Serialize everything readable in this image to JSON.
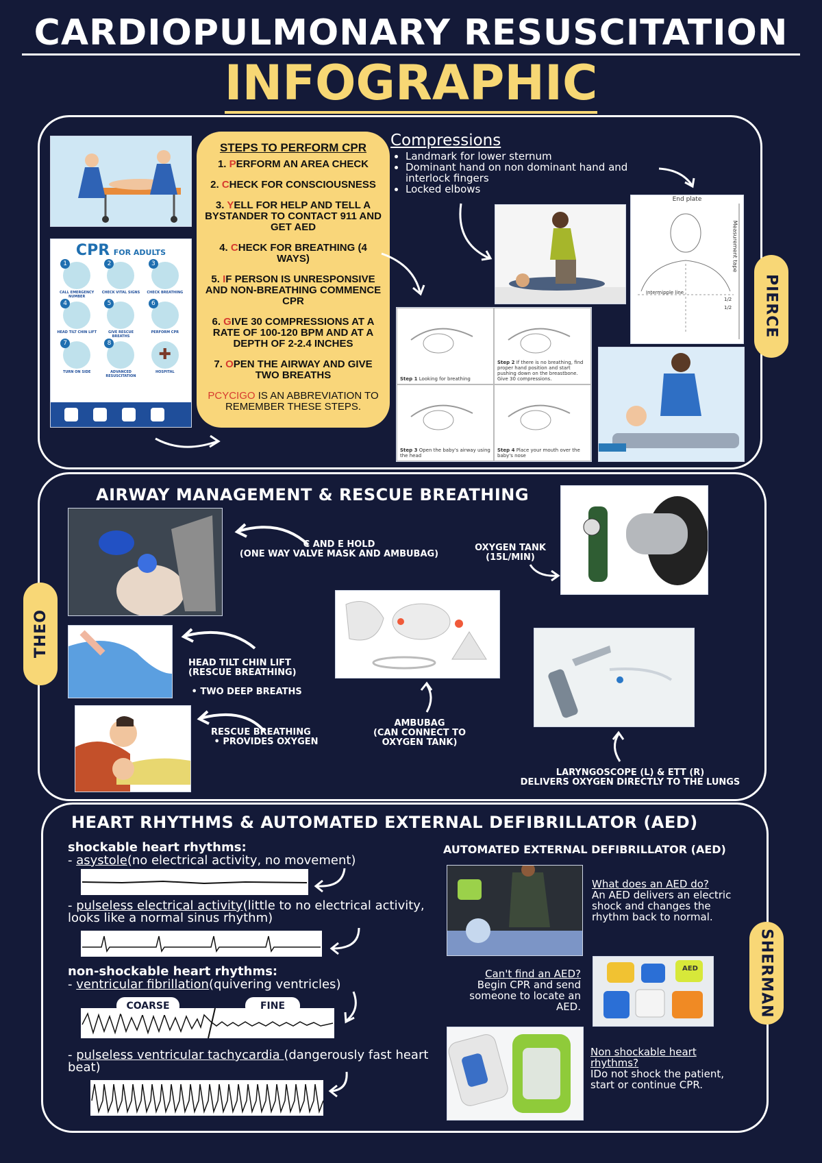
{
  "title": {
    "line1": "CARDIOPULMONARY  RESUSCITATION",
    "line2": "INFOGRAPHIC"
  },
  "colors": {
    "background": "#141a38",
    "accent": "#f7d774",
    "step_letter": "#d63b2f"
  },
  "panel1": {
    "tag": "PIERCE",
    "poster": {
      "title": "CPR",
      "subtitle": "FOR ADULTS",
      "items": [
        {
          "n": "1",
          "label": "CALL EMERGENCY NUMBER"
        },
        {
          "n": "2",
          "label": "CHECK VITAL SIGNS"
        },
        {
          "n": "3",
          "label": "CHECK BREATHING"
        },
        {
          "n": "4",
          "label": "HEAD TILT CHIN LIFT"
        },
        {
          "n": "5",
          "label": "GIVE RESCUE BREATHS"
        },
        {
          "n": "6",
          "label": "PERFORM CPR"
        },
        {
          "n": "7",
          "label": "TURN ON SIDE"
        },
        {
          "n": "8",
          "label": "ADVANCED RESUSCITATION"
        },
        {
          "n": "",
          "label": "HOSPITAL"
        }
      ]
    },
    "steps": {
      "title": "STEPS TO PERFORM CPR",
      "items": [
        {
          "num": "1. ",
          "letter": "P",
          "rest": "ERFORM AN AREA CHECK"
        },
        {
          "num": "2. ",
          "letter": "C",
          "rest": "HECK FOR CONSCIOUSNESS"
        },
        {
          "num": "3. ",
          "letter": "Y",
          "rest": "ELL FOR HELP AND TELL A BYSTANDER TO CONTACT 911 AND GET AED"
        },
        {
          "num": "4. ",
          "letter": "C",
          "rest": "HECK FOR BREATHING (4 WAYS)"
        },
        {
          "num": "5. ",
          "letter": "I",
          "rest": "F PERSON IS UNRESPONSIVE AND NON-BREATHING COMMENCE CPR"
        },
        {
          "num": "6. ",
          "letter": "G",
          "rest": "IVE 30 COMPRESSIONS AT A RATE OF 100-120 BPM AND AT A DEPTH OF 2-2.4 INCHES"
        },
        {
          "num": "7.  ",
          "letter": "O",
          "rest": "PEN THE AIRWAY AND GIVE TWO BREATHS"
        }
      ],
      "note_abbr": "PCYCIGO",
      "note_rest": " IS AN ABBREVIATION TO REMEMBER THESE STEPS."
    },
    "compressions": {
      "title": "Compressions",
      "bullets": [
        "Landmark for lower sternum",
        "Dominant hand on non dominant hand and interlock fingers",
        "Locked elbows"
      ]
    },
    "diagram": {
      "top": "End plate",
      "side": "Measurement tape",
      "line": "Intermipple line",
      "marks": [
        "1/2",
        "1/2"
      ]
    },
    "infant_steps": [
      {
        "label": "Step 1",
        "text": "Looking for breathing"
      },
      {
        "label": "Step 2",
        "text": "If there is no breathing, find proper hand position and start pushing down on the breastbone. Give 30 compressions."
      },
      {
        "label": "Step 3",
        "text": "Open the baby's airway using the head"
      },
      {
        "label": "Step 4",
        "text": "Place your mouth over the baby's nose"
      }
    ]
  },
  "panel2": {
    "tag": "THEO",
    "title": "AIRWAY MANAGEMENT & RESCUE BREATHING",
    "c_e_hold": "C AND E HOLD\n(ONE WAY VALVE MASK AND AMBUBAG)",
    "oxygen": "OXYGEN TANK\n(15L/MIN)",
    "head_tilt": "HEAD TILT CHIN LIFT\n(RESCUE BREATHING)",
    "head_tilt_bullet": "TWO DEEP BREATHS",
    "rescue": "RESCUE BREATHING",
    "rescue_bullet": "PROVIDES OXYGEN",
    "ambubag": "AMBUBAG\n(CAN CONNECT TO\nOXYGEN TANK)",
    "laryngoscope": "LARYNGOSCOPE (L) & ETT (R)\nDELIVERS OXYGEN DIRECTLY TO THE LUNGS"
  },
  "panel3": {
    "tag": "SHERMAN",
    "title": "HEART RHYTHMS & AUTOMATED EXTERNAL DEFIBRILLATOR (AED)",
    "shockable_head": "shockable heart rhythms:",
    "asystole_term": "asystole",
    "asystole_desc": "(no electrical activity, no movement)",
    "pea_term": "pulseless electrical activity",
    "pea_desc": "(little to no electrical activity, looks like a normal sinus rhythm)",
    "nonshock_head": "non-shockable heart rhythms:",
    "vf_term": "ventricular fibrillation",
    "vf_desc": "(quivering ventricles)",
    "coarse": "COARSE",
    "fine": "FINE",
    "vt_term": "pulseless ventricular tachycardia ",
    "vt_desc": "(dangerously fast heart beat)",
    "aed_head": "AUTOMATED EXTERNAL DEFIBRILLATOR (AED)",
    "q1": "What does an AED do?",
    "a1": "An AED delivers an electric shock  and changes the rhythm back to normal.",
    "q2": "Can't find an AED?",
    "a2": "Begin CPR and send someone to locate an AED.",
    "q3": "Non shockable heart rhythms?",
    "a3": "IDo not shock the patient, start or continue CPR.",
    "aed_badge": "AED"
  }
}
